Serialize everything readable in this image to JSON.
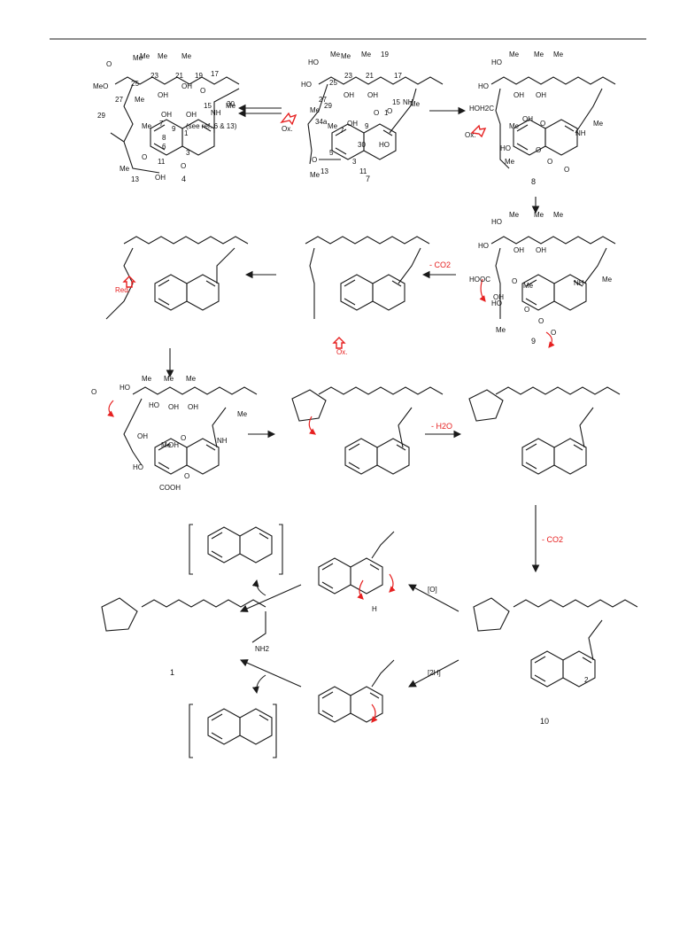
{
  "figure": {
    "compounds": [
      {
        "id": "4",
        "atom_labels": [
          "Me",
          "O",
          "25",
          "23",
          "Me",
          "Me",
          "21",
          "Me",
          "19",
          "17",
          "MeO",
          "27",
          "Me",
          "OH",
          "OH",
          "29",
          "Me",
          "7",
          "OH",
          "OH",
          "9",
          "1",
          "15",
          "NH",
          "Me",
          "30",
          "O",
          "8",
          "6",
          "3",
          "(see ref. 6 & 13)",
          "O",
          "11",
          "OH",
          "13",
          "Me",
          "O"
        ]
      },
      {
        "id": "7",
        "atom_labels": [
          "HO",
          "Me",
          "25",
          "Me",
          "23",
          "Me",
          "21",
          "19",
          "17",
          "HO",
          "27",
          "OH",
          "OH",
          "Me",
          "34a",
          "29",
          "Ox.",
          "Me",
          "7",
          "OH",
          "9",
          "O",
          "1",
          "15",
          "NH",
          "Me",
          "30",
          "5",
          "HO",
          "3",
          "11",
          "O",
          "O",
          "Me",
          "13"
        ]
      },
      {
        "id": "8",
        "atom_labels": [
          "HO",
          "Me",
          "Me",
          "Me",
          "HO",
          "OH",
          "OH",
          "HOH2C",
          "Ox.",
          "Me",
          "OH",
          "O",
          "NH",
          "Me",
          "O",
          "HO",
          "O",
          "Me",
          "O"
        ]
      },
      {
        "id": "9",
        "atom_labels": [
          "HO",
          "Me",
          "Me",
          "Me",
          "HO",
          "OH",
          "OH",
          "HOOC",
          "OH",
          "O",
          "Me",
          "NH",
          "Me",
          "O",
          "HO",
          "O",
          "Me",
          "O"
        ]
      }
    ],
    "step_labels": [
      "- CO2",
      "Ox.",
      "Red.",
      "- H2O",
      "- CO2",
      "[O]",
      "[2H]"
    ],
    "product_labels": [
      "1",
      "10",
      "NH2",
      "2"
    ],
    "intermediate_labels": [
      "HO",
      "Me",
      "Me",
      "Me",
      "HO",
      "OH",
      "OH",
      "O",
      "OH",
      "COOH",
      "HO",
      "Me",
      "OH",
      "O",
      "NH",
      "Me",
      "O",
      "H"
    ]
  },
  "colors": {
    "accent": "#e62020",
    "ink": "#1a1a1a"
  }
}
